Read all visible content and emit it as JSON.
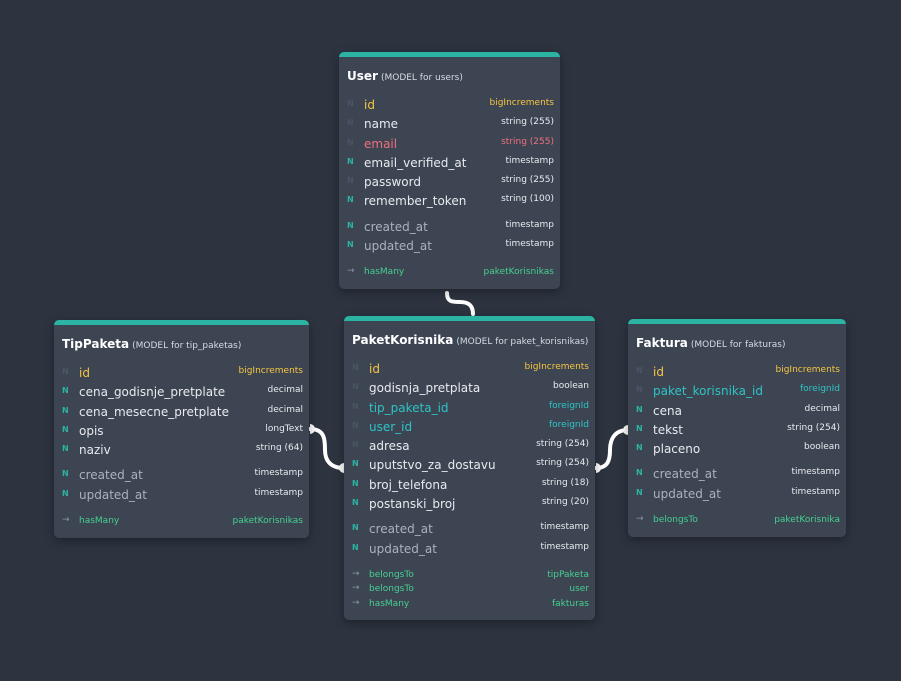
{
  "tables": {
    "user": {
      "name": "User",
      "subtitle": "(MODEL for users)",
      "fields": [
        {
          "nullable": false,
          "name": "id",
          "type": "bigIncrements",
          "kind": "pk"
        },
        {
          "nullable": false,
          "name": "name",
          "type": "string (255)",
          "kind": "normal"
        },
        {
          "nullable": false,
          "name": "email",
          "type": "string (255)",
          "kind": "unique"
        },
        {
          "nullable": true,
          "name": "email_verified_at",
          "type": "timestamp",
          "kind": "normal"
        },
        {
          "nullable": false,
          "name": "password",
          "type": "string (255)",
          "kind": "normal"
        },
        {
          "nullable": true,
          "name": "remember_token",
          "type": "string (100)",
          "kind": "normal"
        }
      ],
      "timestamps": [
        {
          "nullable": true,
          "name": "created_at",
          "type": "timestamp"
        },
        {
          "nullable": true,
          "name": "updated_at",
          "type": "timestamp"
        }
      ],
      "relations": [
        {
          "type": "hasMany",
          "target": "paketKorisnikas"
        }
      ]
    },
    "tip_paketa": {
      "name": "TipPaketa",
      "subtitle": "(MODEL for tip_paketas)",
      "fields": [
        {
          "nullable": false,
          "name": "id",
          "type": "bigIncrements",
          "kind": "pk"
        },
        {
          "nullable": true,
          "name": "cena_godisnje_pretplate",
          "type": "decimal",
          "kind": "normal"
        },
        {
          "nullable": true,
          "name": "cena_mesecne_pretplate",
          "type": "decimal",
          "kind": "normal"
        },
        {
          "nullable": true,
          "name": "opis",
          "type": "longText",
          "kind": "normal"
        },
        {
          "nullable": true,
          "name": "naziv",
          "type": "string (64)",
          "kind": "normal"
        }
      ],
      "timestamps": [
        {
          "nullable": true,
          "name": "created_at",
          "type": "timestamp"
        },
        {
          "nullable": true,
          "name": "updated_at",
          "type": "timestamp"
        }
      ],
      "relations": [
        {
          "type": "hasMany",
          "target": "paketKorisnikas"
        }
      ]
    },
    "paket_korisnika": {
      "name": "PaketKorisnika",
      "subtitle": "(MODEL for paket_korisnikas)",
      "fields": [
        {
          "nullable": false,
          "name": "id",
          "type": "bigIncrements",
          "kind": "pk"
        },
        {
          "nullable": false,
          "name": "godisnja_pretplata",
          "type": "boolean",
          "kind": "normal"
        },
        {
          "nullable": false,
          "name": "tip_paketa_id",
          "type": "foreignId",
          "kind": "fk"
        },
        {
          "nullable": false,
          "name": "user_id",
          "type": "foreignId",
          "kind": "fk"
        },
        {
          "nullable": false,
          "name": "adresa",
          "type": "string (254)",
          "kind": "normal"
        },
        {
          "nullable": true,
          "name": "uputstvo_za_dostavu",
          "type": "string (254)",
          "kind": "normal"
        },
        {
          "nullable": true,
          "name": "broj_telefona",
          "type": "string (18)",
          "kind": "normal"
        },
        {
          "nullable": true,
          "name": "postanski_broj",
          "type": "string (20)",
          "kind": "normal"
        }
      ],
      "timestamps": [
        {
          "nullable": true,
          "name": "created_at",
          "type": "timestamp"
        },
        {
          "nullable": true,
          "name": "updated_at",
          "type": "timestamp"
        }
      ],
      "relations": [
        {
          "type": "belongsTo",
          "target": "tipPaketa"
        },
        {
          "type": "belongsTo",
          "target": "user"
        },
        {
          "type": "hasMany",
          "target": "fakturas"
        }
      ]
    },
    "faktura": {
      "name": "Faktura",
      "subtitle": "(MODEL for fakturas)",
      "fields": [
        {
          "nullable": false,
          "name": "id",
          "type": "bigIncrements",
          "kind": "pk"
        },
        {
          "nullable": false,
          "name": "paket_korisnika_id",
          "type": "foreignId",
          "kind": "fk"
        },
        {
          "nullable": true,
          "name": "cena",
          "type": "decimal",
          "kind": "normal"
        },
        {
          "nullable": true,
          "name": "tekst",
          "type": "string (254)",
          "kind": "normal"
        },
        {
          "nullable": true,
          "name": "placeno",
          "type": "boolean",
          "kind": "normal"
        }
      ],
      "timestamps": [
        {
          "nullable": true,
          "name": "created_at",
          "type": "timestamp"
        },
        {
          "nullable": true,
          "name": "updated_at",
          "type": "timestamp"
        }
      ],
      "relations": [
        {
          "type": "belongsTo",
          "target": "paketKorisnika"
        }
      ]
    }
  },
  "null_marker": "N",
  "colors": {
    "background": "#2d3440",
    "card": "#3d4553",
    "accent_bar": "#2bb3a3",
    "primary_key": "#f5c542",
    "unique": "#f0707c",
    "foreign_key": "#2ec4c4",
    "relation": "#45d08f",
    "connector": "#ffffff"
  }
}
